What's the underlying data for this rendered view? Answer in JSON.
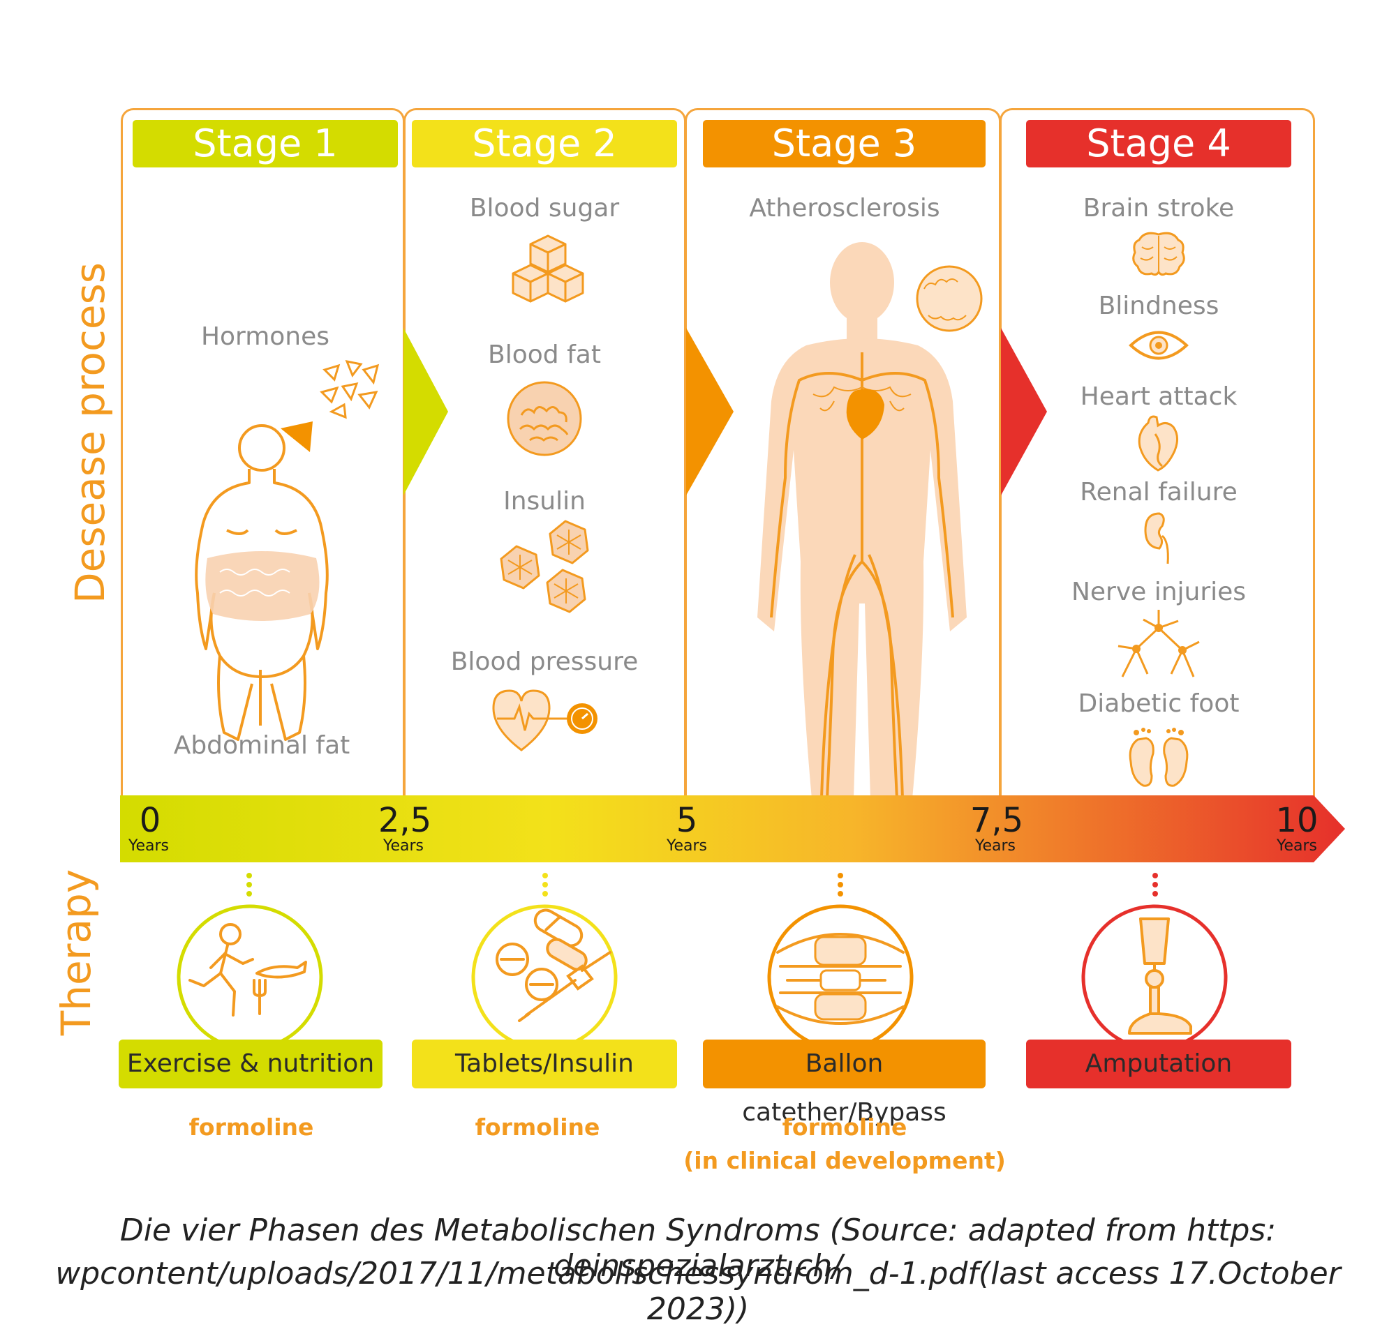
{
  "side_labels": {
    "disease": "Desease process",
    "therapy": "Therapy"
  },
  "colors": {
    "stage1": "#d4dc00",
    "stage2": "#f3e11a",
    "stage3": "#f39200",
    "stage4": "#e6302b",
    "outline": "#f5a53c",
    "text": "#8a8a8a"
  },
  "stages": [
    {
      "title": "Stage 1",
      "labels": [
        "Hormones",
        "Abdominal fat"
      ]
    },
    {
      "title": "Stage 2",
      "labels": [
        "Blood sugar",
        "Blood fat",
        "Insulin",
        "Blood pressure"
      ]
    },
    {
      "title": "Stage 3",
      "labels": [
        "Atherosclerosis"
      ]
    },
    {
      "title": "Stage 4",
      "labels": [
        "Brain stroke",
        "Blindness",
        "Heart attack",
        "Renal failure",
        "Nerve injuries",
        "Diabetic foot"
      ]
    }
  ],
  "timeline": {
    "ticks": [
      {
        "value": "0",
        "unit": "Years"
      },
      {
        "value": "2,5",
        "unit": "Years"
      },
      {
        "value": "5",
        "unit": "Years"
      },
      {
        "value": "7,5",
        "unit": "Years"
      },
      {
        "value": "10",
        "unit": "Years"
      }
    ]
  },
  "therapies": [
    {
      "label": "Exercise & nutrition",
      "note": "formoline",
      "note2": ""
    },
    {
      "label": "Tablets/Insulin",
      "note": "formoline",
      "note2": ""
    },
    {
      "label": "Ballon catether/Bypass",
      "note": "formoline",
      "note2": "(in clinical development)"
    },
    {
      "label": "Amputation",
      "note": "",
      "note2": ""
    }
  ],
  "caption": {
    "line1": "Die vier Phasen des Metabolischen Syndroms (Source: adapted from https: deinspezialarzt.ch/",
    "line2": "wpcontent/uploads/2017/11/metabolischessyndrom_d-1.pdf(last access 17.October 2023))"
  }
}
